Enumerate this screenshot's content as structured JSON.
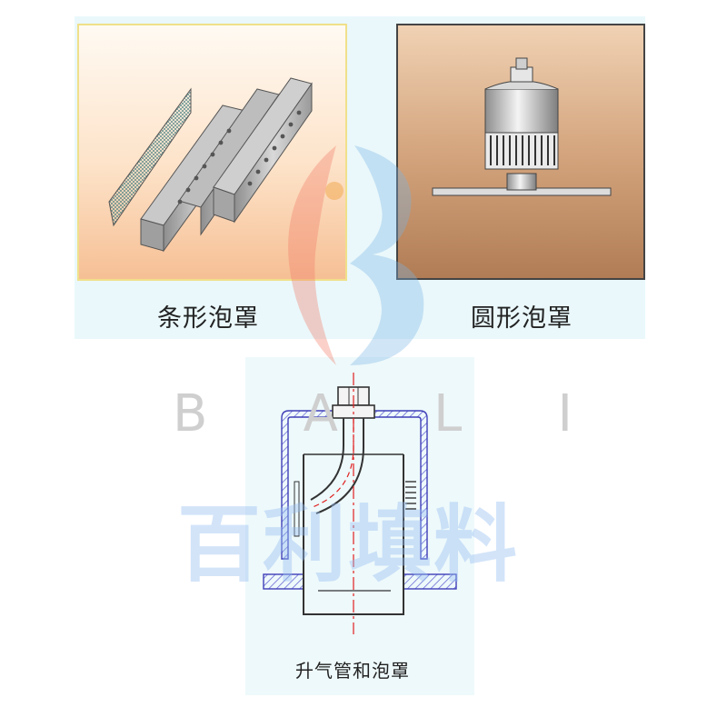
{
  "figures": {
    "strip_cap": {
      "caption": "条形泡罩"
    },
    "round_cap": {
      "caption": "圆形泡罩"
    },
    "riser_cap": {
      "caption": "升气管和泡罩"
    }
  },
  "watermark": {
    "letters": [
      "B",
      "A",
      "L",
      "I"
    ],
    "chinese": "百利填料"
  },
  "colors": {
    "frame_yellow": "#f3e69a",
    "warm_bg_top": "#fff7ee",
    "warm_bg_bottom": "#f7c49c",
    "brown_bg_top": "#ecc9a8",
    "brown_bg_bottom": "#b7845c",
    "cap_outline": "#3f3fb8",
    "hatch": "#6b6bd6",
    "centerline": "#e02020"
  }
}
